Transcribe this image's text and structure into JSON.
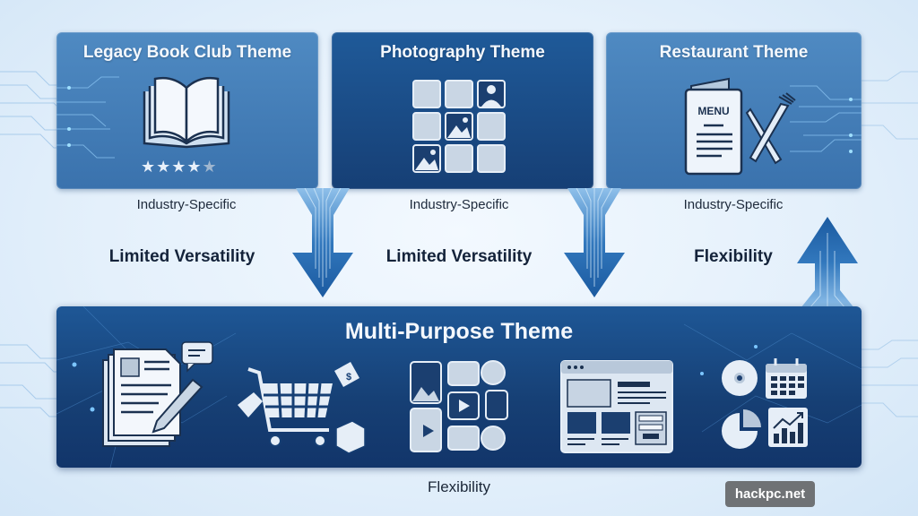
{
  "top_cards": [
    {
      "title": "Legacy Book Club Theme",
      "icon": "open-book-icon",
      "rating_icon": "star-rating-4.5-icon",
      "label": "Industry-Specific",
      "style": "light"
    },
    {
      "title": "Photography Theme",
      "icon": "photo-grid-icon",
      "label": "Industry-Specific",
      "style": "dark"
    },
    {
      "title": "Restaurant Theme",
      "icon": "menu-and-cutlery-icon",
      "menu_text": "MENU",
      "label": "Industry-Specific",
      "style": "light"
    }
  ],
  "arrows": [
    {
      "direction": "down",
      "label": "Limited Versatility"
    },
    {
      "direction": "down",
      "label": "Limited Versatility"
    },
    {
      "direction": "up",
      "label": "Flexibility"
    }
  ],
  "bottom_panel": {
    "title": "Multi-Purpose Theme",
    "icons": [
      "document-edit-icon",
      "shopping-cart-icon",
      "media-gallery-icon",
      "website-layout-icon",
      "gear-icon",
      "calendar-icon",
      "pie-chart-icon",
      "growth-chart-icon"
    ],
    "label": "Flexibility"
  },
  "colors": {
    "light_card": "#4a84bf",
    "dark_card": "#1a4a86",
    "bottom_panel": "#173f74",
    "arrow": "#2d73b8",
    "background": "#e6f1fb"
  },
  "watermark": "hackpc.net"
}
